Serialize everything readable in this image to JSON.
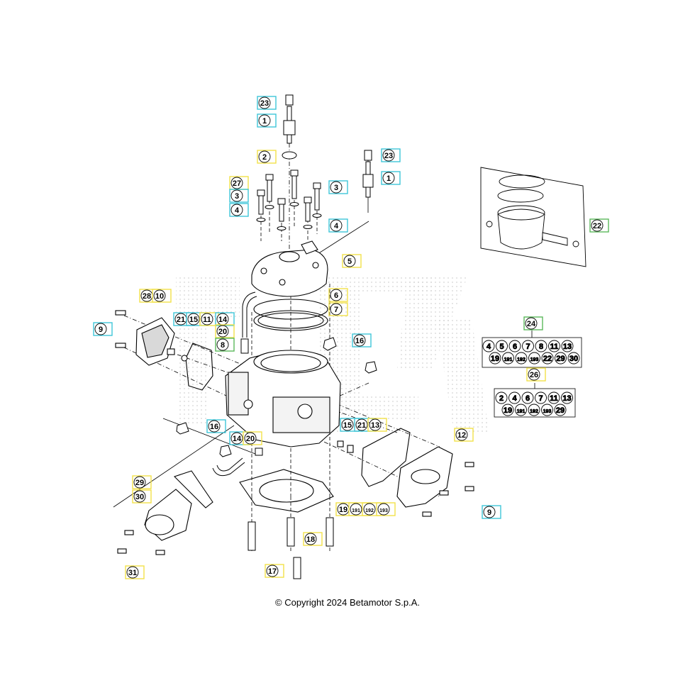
{
  "copyright": "© Copyright 2024 Betamotor S.p.A.",
  "colors": {
    "callout_cyan": "#3fc6d8",
    "callout_yellow": "#f2e24a",
    "callout_green": "#5cb85c",
    "line": "#000000",
    "watermark_dots": "#d9d9d9"
  },
  "callouts": [
    {
      "id": "c23a",
      "label": "23",
      "frame": "cyan"
    },
    {
      "id": "c1a",
      "label": "1",
      "frame": "cyan"
    },
    {
      "id": "c2",
      "label": "2",
      "frame": "yellow"
    },
    {
      "id": "c23b",
      "label": "23",
      "frame": "cyan"
    },
    {
      "id": "c1b",
      "label": "1",
      "frame": "cyan"
    },
    {
      "id": "c27",
      "label": "27",
      "frame": "yellow"
    },
    {
      "id": "c3a",
      "label": "3",
      "frame": "cyan"
    },
    {
      "id": "c3b",
      "label": "3",
      "frame": "cyan"
    },
    {
      "id": "c4a",
      "label": "4",
      "frame": "cyan"
    },
    {
      "id": "c4b",
      "label": "4",
      "frame": "cyan"
    },
    {
      "id": "c5",
      "label": "5",
      "frame": "yellow"
    },
    {
      "id": "c22",
      "label": "22",
      "frame": "green"
    },
    {
      "id": "c6",
      "label": "6",
      "frame": "yellow"
    },
    {
      "id": "c7",
      "label": "7",
      "frame": "yellow"
    },
    {
      "id": "c28",
      "label": "28",
      "frame": "yellow"
    },
    {
      "id": "c10",
      "label": "10",
      "frame": "yellow"
    },
    {
      "id": "c9a",
      "label": "9",
      "frame": "cyan"
    },
    {
      "id": "c21a",
      "label": "21",
      "frame": "cyan"
    },
    {
      "id": "c15a",
      "label": "15",
      "frame": "cyan"
    },
    {
      "id": "c11",
      "label": "11",
      "frame": "yellow"
    },
    {
      "id": "c14a",
      "label": "14",
      "frame": "cyan"
    },
    {
      "id": "c20a",
      "label": "20",
      "frame": "yellow"
    },
    {
      "id": "c8",
      "label": "8",
      "frame": "green"
    },
    {
      "id": "c16a",
      "label": "16",
      "frame": "cyan"
    },
    {
      "id": "c24",
      "label": "24",
      "frame": "green"
    },
    {
      "id": "c26",
      "label": "26",
      "frame": "yellow"
    },
    {
      "id": "c16b",
      "label": "16",
      "frame": "cyan"
    },
    {
      "id": "c14b",
      "label": "14",
      "frame": "cyan"
    },
    {
      "id": "c20b",
      "label": "20",
      "frame": "yellow"
    },
    {
      "id": "c15b",
      "label": "15",
      "frame": "cyan"
    },
    {
      "id": "c21b",
      "label": "21",
      "frame": "cyan"
    },
    {
      "id": "c13",
      "label": "13",
      "frame": "yellow"
    },
    {
      "id": "c12",
      "label": "12",
      "frame": "yellow"
    },
    {
      "id": "c29",
      "label": "29",
      "frame": "yellow"
    },
    {
      "id": "c30",
      "label": "30",
      "frame": "yellow"
    },
    {
      "id": "c19",
      "label": "19",
      "frame": "yellow"
    },
    {
      "id": "c191",
      "label": "191",
      "frame": "yellow"
    },
    {
      "id": "c192",
      "label": "192",
      "frame": "yellow"
    },
    {
      "id": "c193",
      "label": "193",
      "frame": "yellow"
    },
    {
      "id": "c9b",
      "label": "9",
      "frame": "cyan"
    },
    {
      "id": "c18",
      "label": "18",
      "frame": "yellow"
    },
    {
      "id": "c17",
      "label": "17",
      "frame": "yellow"
    },
    {
      "id": "c31",
      "label": "31",
      "frame": "yellow"
    }
  ],
  "kits": {
    "kit24": {
      "row1": [
        "4",
        "5",
        "6",
        "7",
        "8",
        "11",
        "13"
      ],
      "row2": [
        "19",
        "191",
        "192",
        "193",
        "22",
        "29",
        "30"
      ]
    },
    "kit26": {
      "row1": [
        "2",
        "4",
        "6",
        "7",
        "11",
        "13"
      ],
      "row2": [
        "19",
        "191",
        "192",
        "193",
        "29"
      ]
    }
  }
}
